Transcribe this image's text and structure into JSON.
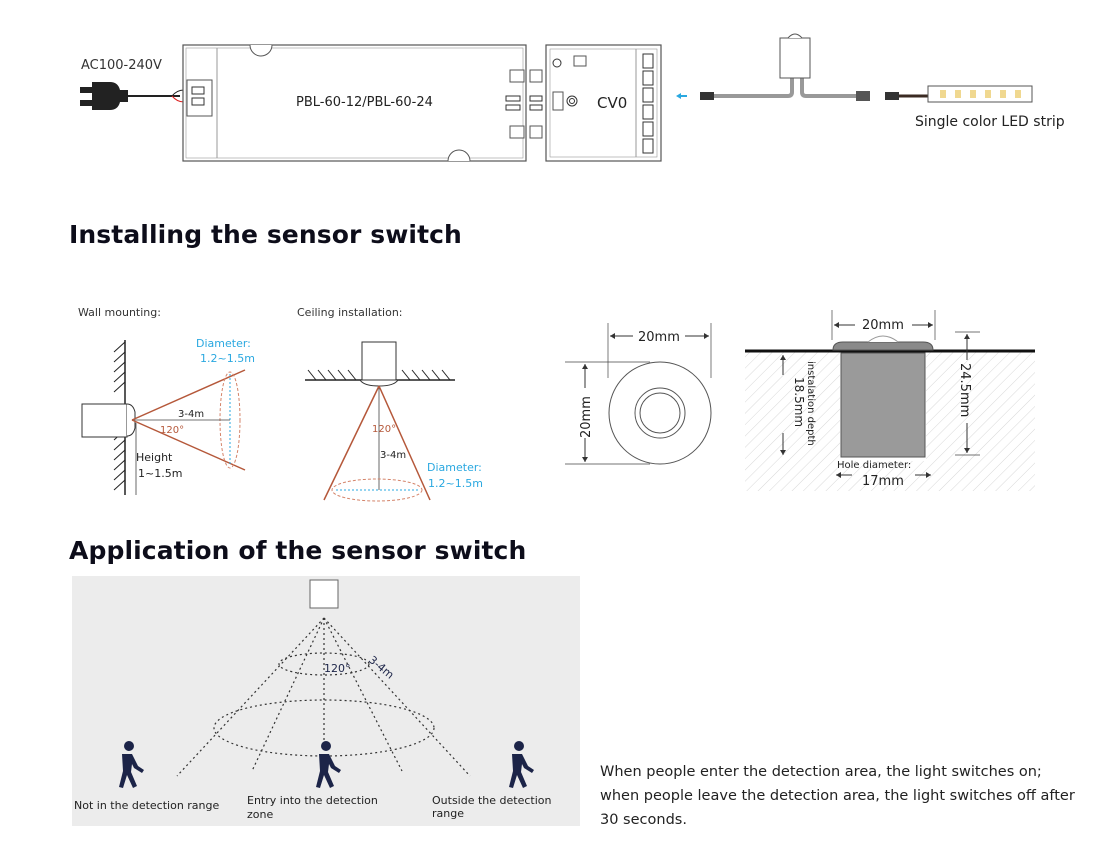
{
  "wiring": {
    "input_label": "AC100-240V",
    "driver_label": "PBL-60-12/PBL-60-24",
    "controller_label": "CV0",
    "strip_label": "Single color LED strip"
  },
  "install": {
    "heading": "Installing the sensor switch",
    "wall": {
      "title": "Wall mounting:",
      "diameter_label": "Diameter:",
      "diameter_value": "1.2~1.5m",
      "distance": "3-4m",
      "angle": "120°",
      "height_label": "Height",
      "height_value": "1~1.5m"
    },
    "ceiling": {
      "title": "Ceiling installation:",
      "angle": "120°",
      "distance": "3-4m",
      "diameter_label": "Diameter:",
      "diameter_value": "1.2~1.5m"
    },
    "front_dims": {
      "width": "20mm",
      "height": "20mm"
    },
    "side_dims": {
      "top_width": "20mm",
      "total_depth": "24.5mm",
      "install_depth_value": "18.5mm",
      "install_depth_label": "instalation depth",
      "hole_label": "Hole diameter:",
      "hole_value": "17mm"
    }
  },
  "application": {
    "heading": "Application of the sensor switch",
    "angle": "120°",
    "range": "3-4m",
    "captions": [
      "Not in the detection range",
      "Entry into the detection zone",
      "Outside the detection range"
    ],
    "description": "When people enter the detection area, the light switches on; when people leave the detection area, the light switches off after 30 seconds."
  },
  "colors": {
    "accent_blue": "#2aa8e0",
    "beam_brown": "#b5583a",
    "figure_navy": "#1c2448",
    "panel_gray": "#ececec"
  }
}
